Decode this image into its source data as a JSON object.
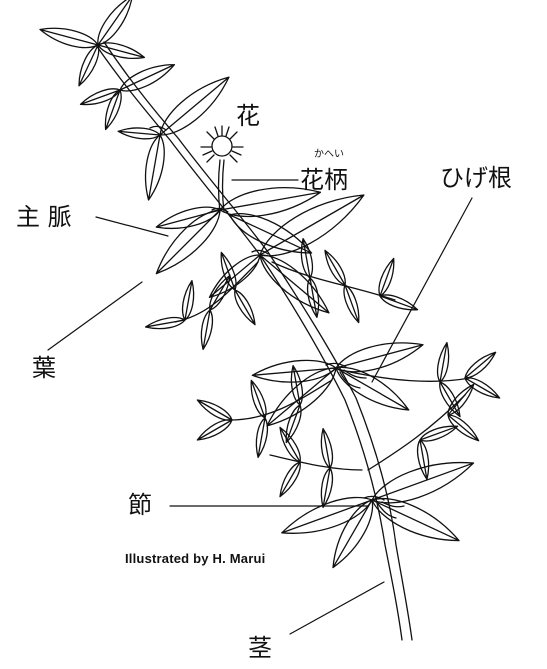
{
  "labels": {
    "flower": "花",
    "peduncle": "花柄",
    "peduncle_reading": "かへい",
    "adventitious_root": "ひげ根",
    "midrib": "主 脈",
    "leaf": "葉",
    "node": "節",
    "stem": "茎"
  },
  "credit": "Illustrated by H. Marui",
  "colors": {
    "ink": "#111111",
    "background": "#ffffff"
  }
}
